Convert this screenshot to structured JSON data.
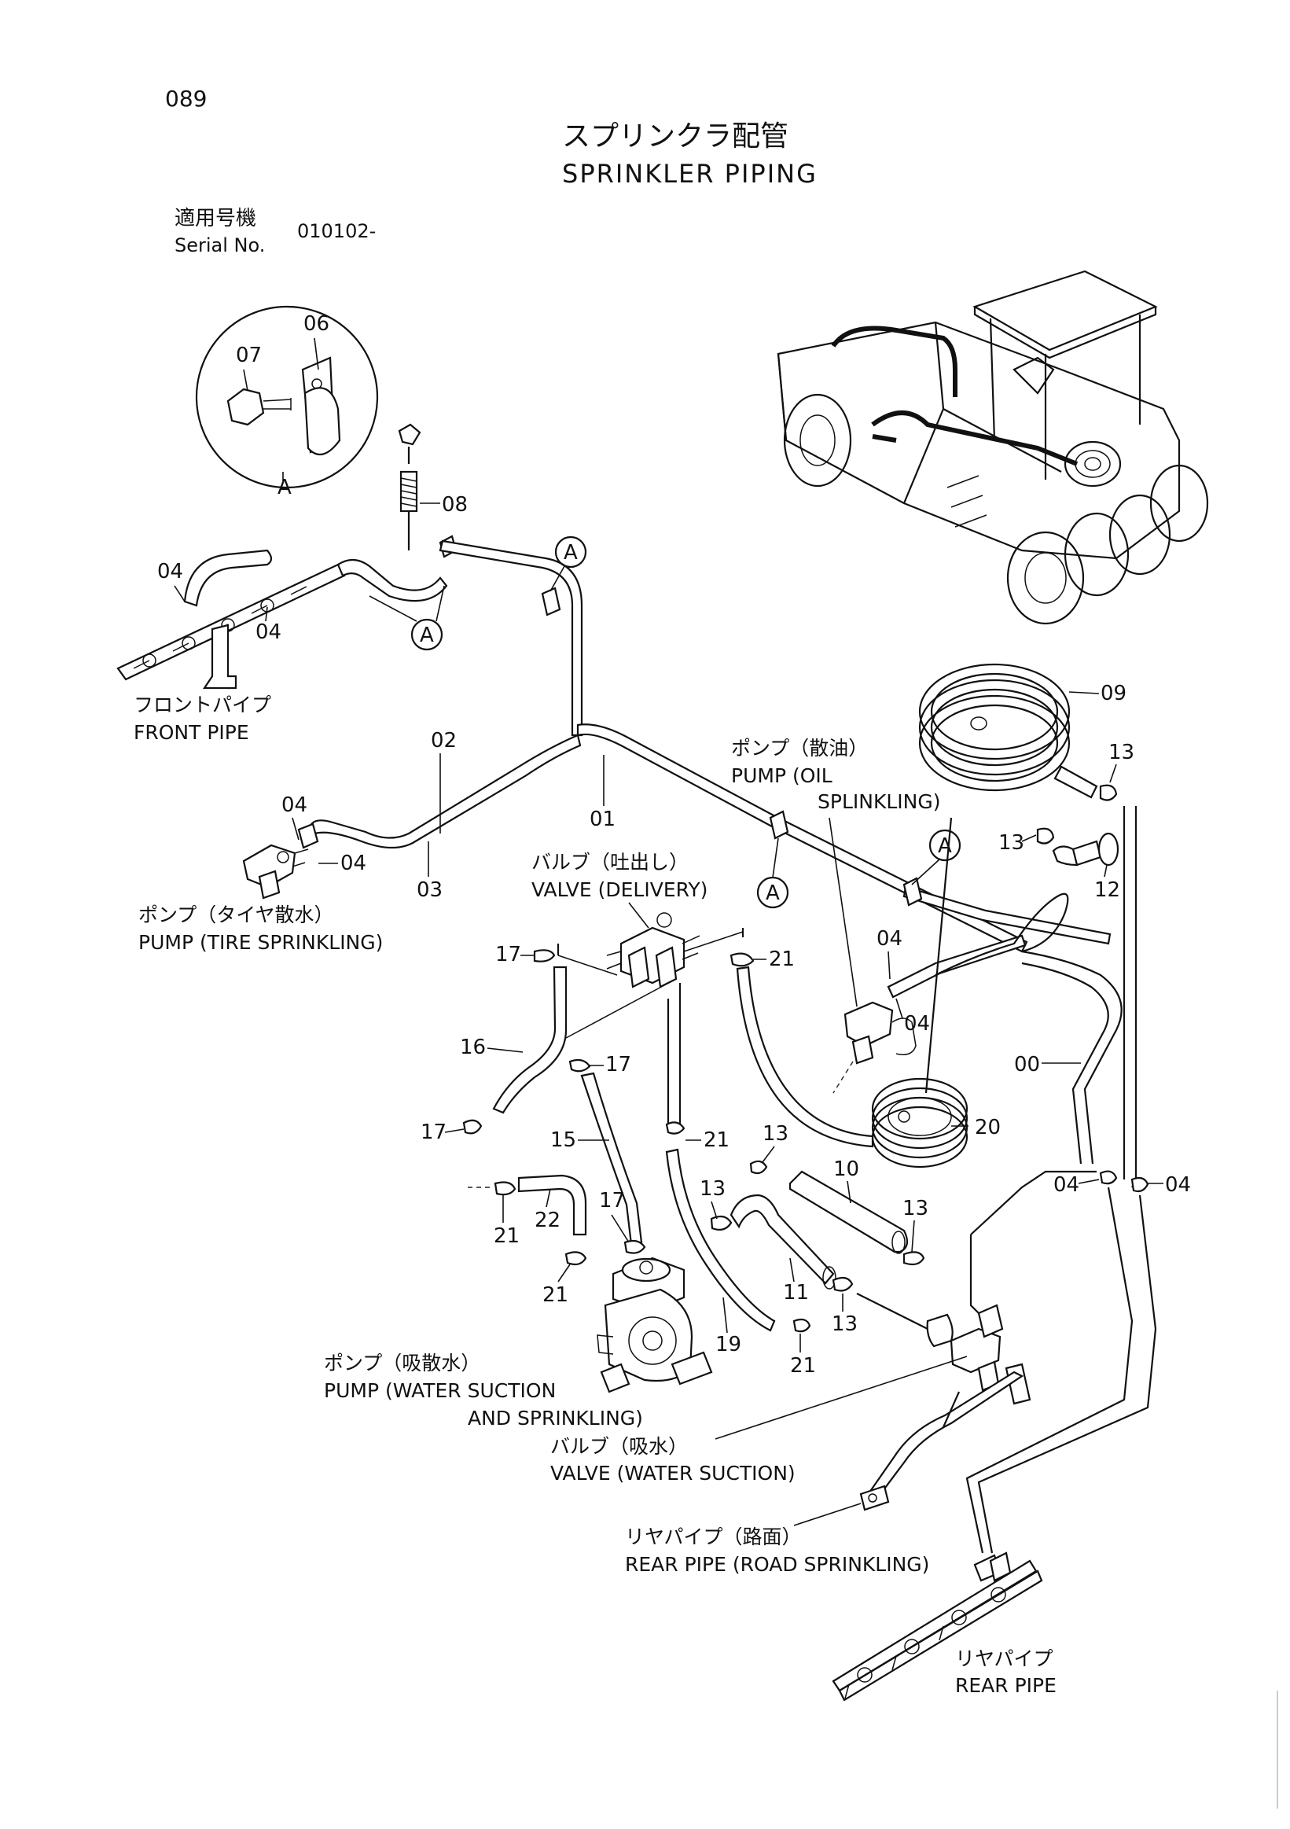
{
  "page": {
    "number": "089",
    "title_jp": "スプリンクラ配管",
    "title_en": "SPRINKLER PIPING",
    "serial_label_jp": "適用号機",
    "serial_label_en": "Serial No.",
    "serial_value": "010102-"
  },
  "detail": {
    "letter": "A"
  },
  "parts": {
    "p00": "00",
    "p01": "01",
    "p02": "02",
    "p03": "03",
    "p04a": "04",
    "p04b": "04",
    "p04c": "04",
    "p04d": "04",
    "p04e": "04",
    "p04f": "04",
    "p04g": "04",
    "p04h": "04",
    "p06": "06",
    "p07": "07",
    "p08": "08",
    "p09": "09",
    "p10": "10",
    "p11": "11",
    "p12": "12",
    "p13a": "13",
    "p13b": "13",
    "p13c": "13",
    "p13d": "13",
    "p13e": "13",
    "p13f": "13",
    "p15": "15",
    "p16": "16",
    "p17a": "17",
    "p17b": "17",
    "p17c": "17",
    "p17d": "17",
    "p19": "19",
    "p20": "20",
    "p21a": "21",
    "p21b": "21",
    "p21c": "21",
    "p21d": "21",
    "p21e": "21",
    "p22": "22"
  },
  "callouts": {
    "a1": "A",
    "a2": "A",
    "a3": "A",
    "a4": "A"
  },
  "labels": {
    "front_pipe_jp": "フロントパイプ",
    "front_pipe_en": "FRONT PIPE",
    "pump_tire_jp": "ポンプ（タイヤ散水）",
    "pump_tire_en": "PUMP (TIRE SPRINKLING)",
    "pump_oil_jp": "ポンプ（散油）",
    "pump_oil_en1": "PUMP (OIL",
    "pump_oil_en2": "SPLINKLING)",
    "valve_delivery_jp": "バルブ（吐出し）",
    "valve_delivery_en": "VALVE (DELIVERY)",
    "pump_water_jp": "ポンプ（吸散水）",
    "pump_water_en1": "PUMP (WATER SUCTION",
    "pump_water_en2": "AND SPRINKLING)",
    "valve_suction_jp": "バルブ（吸水）",
    "valve_suction_en": "VALVE (WATER SUCTION)",
    "rear_pipe_road_jp": "リヤパイプ（路面）",
    "rear_pipe_road_en": "REAR PIPE (ROAD SPRINKLING)",
    "rear_pipe_jp": "リヤパイプ",
    "rear_pipe_en": "REAR PIPE"
  }
}
